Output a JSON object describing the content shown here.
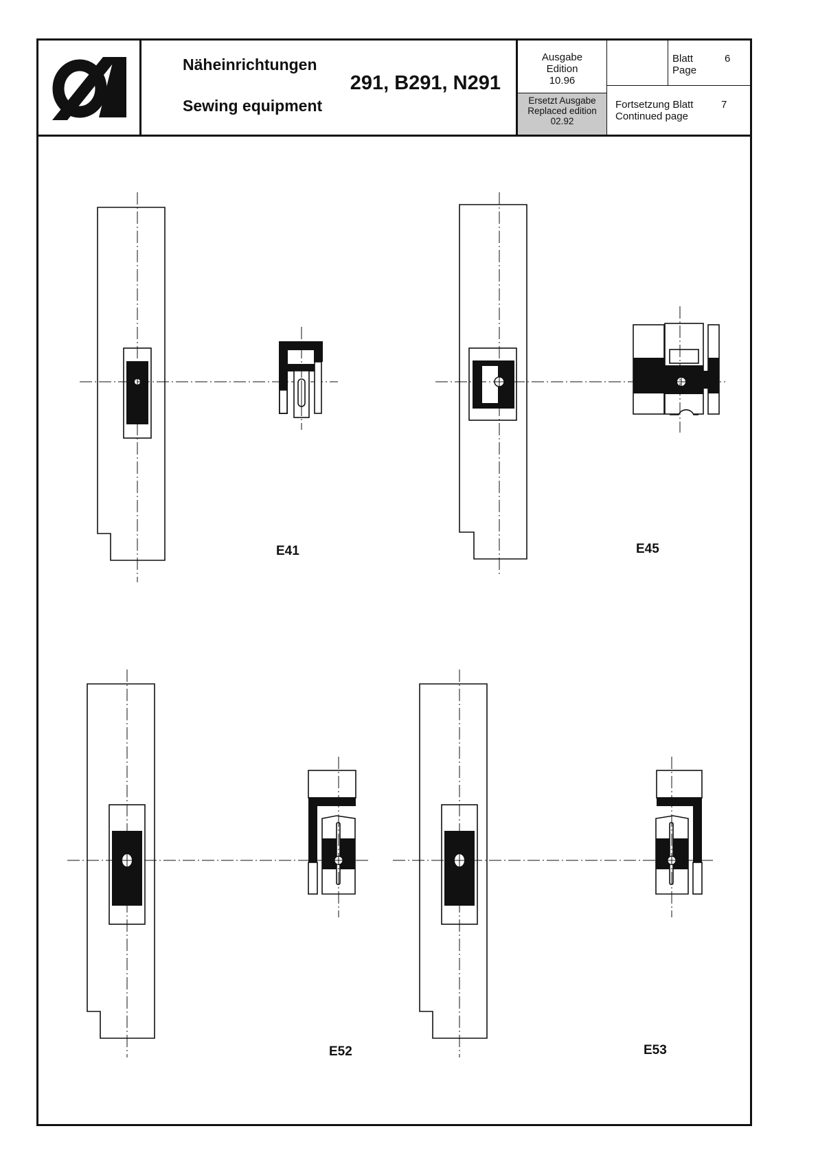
{
  "header": {
    "logo": "duerkopp-adler-logo",
    "title_de": "Näheinrichtungen",
    "title_en": "Sewing equipment",
    "models": "291, B291, N291",
    "edition_label_de": "Ausgabe",
    "edition_label_en": "Edition",
    "edition_value": "10.96",
    "replaced_label_de": "Ersetzt Ausgabe",
    "replaced_label_en": "Replaced edition",
    "replaced_value": "02.92",
    "page_label_de": "Blatt",
    "page_label_en": "Page",
    "page_value": "6",
    "continued_label_de": "Fortsetzung Blatt",
    "continued_label_en": "Continued page",
    "continued_value": "7"
  },
  "figures": {
    "e41": "E41",
    "e45": "E45",
    "e52": "E52",
    "e53": "E53"
  }
}
